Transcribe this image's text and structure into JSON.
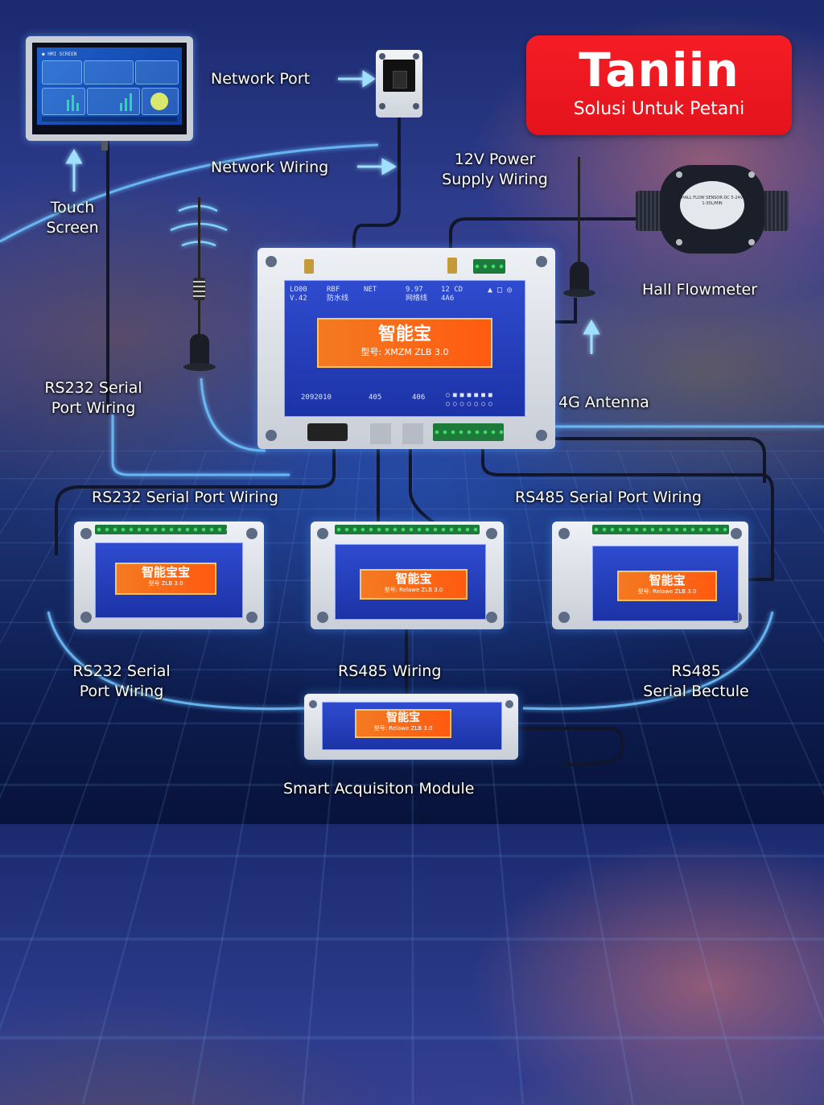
{
  "brand": {
    "title": "Taniin",
    "subtitle": "Solusi Untuk Petani",
    "color": "#f0161f"
  },
  "labels": {
    "network_port": "Network Port",
    "network_wiring": "Network Wiring",
    "power_supply_line1": "12V Power",
    "power_supply_line2": "Supply Wiring",
    "touch_screen_line1": "Touch",
    "touch_screen_line2": "Screen",
    "hall_flowmeter": "Hall Flowmeter",
    "antenna_4g": "4G Antenna",
    "rs232_left_line1": "RS232 Serial",
    "rs232_left_line2": "Port Wiring",
    "rs232_mid": "RS232 Serial Port Wiring",
    "rs485_mid": "RS485 Serial Port Wiring",
    "rs232_bottom_line1": "RS232 Serial",
    "rs232_bottom_line2": "Port Wiring",
    "rs485_wiring": "RS485 Wiring",
    "rs485_bectule_line1": "RS485",
    "rs485_bectule_line2": "Serial Bectule",
    "smart_module": "Smart Acquisiton Module"
  },
  "main_module": {
    "top_labels": [
      {
        "l1": "LO00",
        "l2": "V.42"
      },
      {
        "l1": "RBF",
        "l2": "防水线"
      },
      {
        "l1": "NET",
        "l2": ""
      },
      {
        "l1": "9.97",
        "l2": "网络线"
      },
      {
        "l1": "12 CD",
        "l2": "4A6"
      }
    ],
    "display_title": "智能宝",
    "display_model": "型号: XMZM ZLB 3.0",
    "bottom_labels": [
      "2092010",
      "405",
      "406"
    ]
  },
  "sub_modules": [
    {
      "display_title": "智能宝宝",
      "display_model": "型号 ZLB 3.0"
    },
    {
      "display_title": "智能宝",
      "display_model": "型号: Relawe ZLB 3.0"
    },
    {
      "display_title": "智能宝",
      "display_model": "型号: Relawe ZLB 3.0"
    }
  ],
  "smart_module": {
    "display_title": "智能宝",
    "display_model": "型号: Relawe ZLB 3.0"
  },
  "touch_screen": {
    "header_text": "● HMI SCREEN"
  },
  "flowmeter": {
    "face_text": "HALL FLOW SENSOR DC 5-24V 1-30L/MIN"
  }
}
